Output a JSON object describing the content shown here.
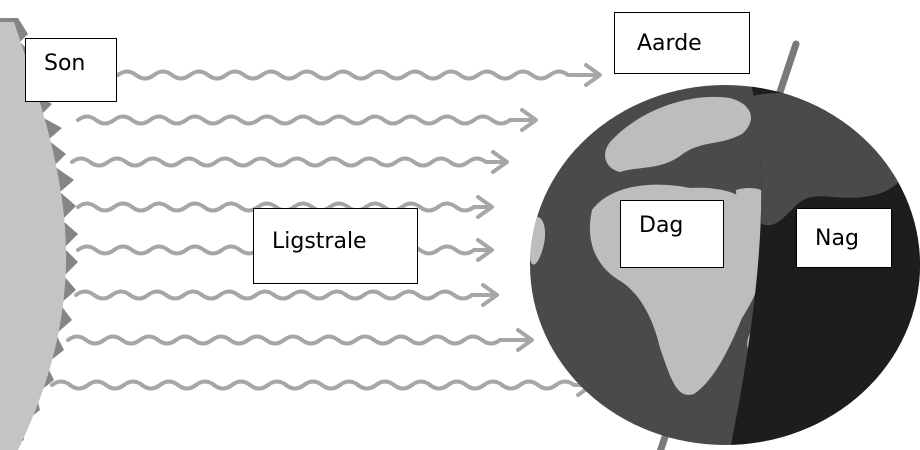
{
  "labels": {
    "sun": "Son",
    "earth": "Aarde",
    "rays": "Ligstrale",
    "day": "Dag",
    "night": "Nag"
  },
  "colors": {
    "sun_fill": "#c4c4c4",
    "sun_corona": "#858585",
    "ray": "#a6a6a6",
    "earth_day": "#4a4a4a",
    "earth_night": "#1d1d1d",
    "land_day": "#bdbdbd",
    "land_night": "#4a4a4a",
    "axis": "#7a7a7a"
  }
}
